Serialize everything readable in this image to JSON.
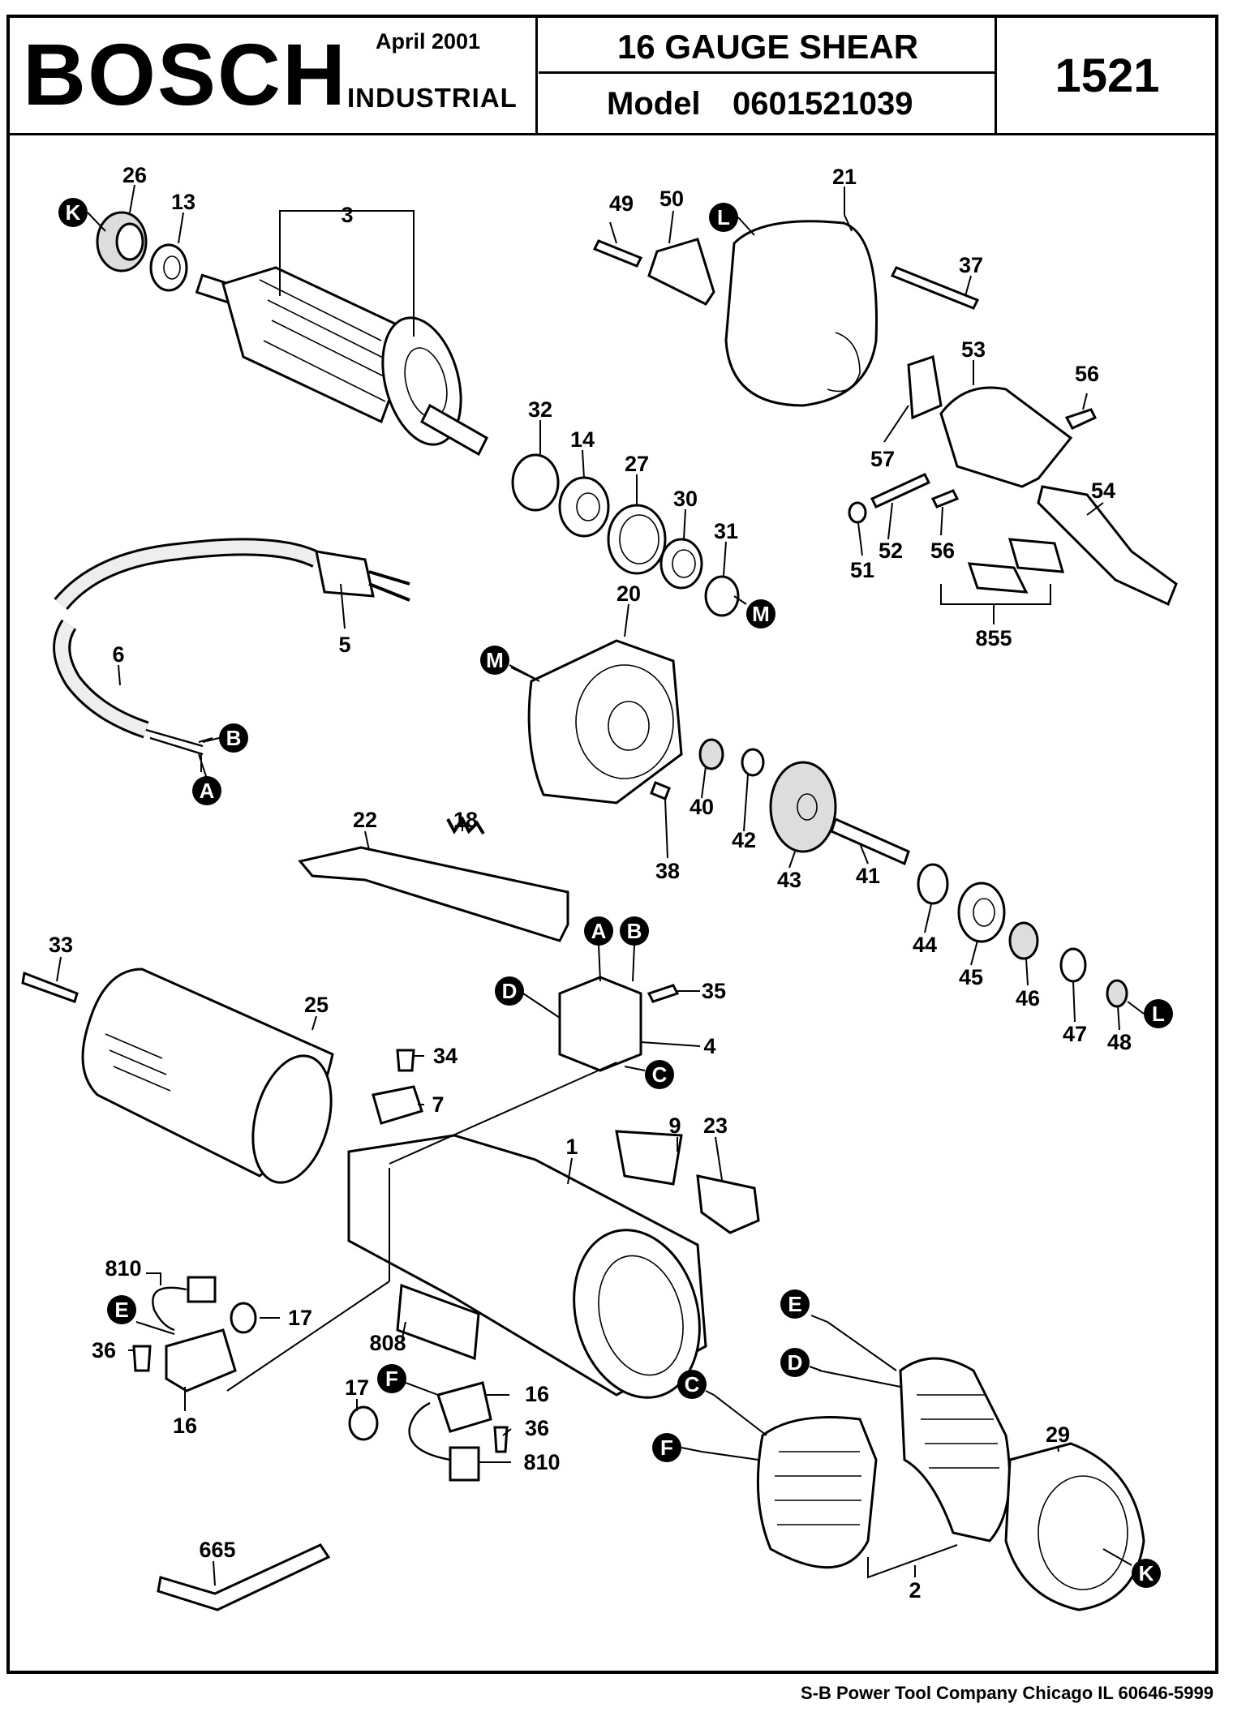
{
  "header": {
    "brand": "BOSCH",
    "date": "April  2001",
    "division": "INDUSTRIAL",
    "title": "16 GAUGE SHEAR",
    "model_label": "Model",
    "model_number": "0601521039",
    "part_number": "1521"
  },
  "footer": {
    "company": "S-B Power Tool Company   Chicago IL  60646-5999"
  },
  "labels": [
    {
      "text": "26"
    },
    {
      "text": "13"
    },
    {
      "text": "3"
    },
    {
      "text": "49"
    },
    {
      "text": "50"
    },
    {
      "text": "21"
    },
    {
      "text": "37"
    },
    {
      "text": "53"
    },
    {
      "text": "56"
    },
    {
      "text": "32"
    },
    {
      "text": "14"
    },
    {
      "text": "27"
    },
    {
      "text": "30"
    },
    {
      "text": "31"
    },
    {
      "text": "57"
    },
    {
      "text": "54"
    },
    {
      "text": "52"
    },
    {
      "text": "56"
    },
    {
      "text": "51"
    },
    {
      "text": "855"
    },
    {
      "text": "5"
    },
    {
      "text": "6"
    },
    {
      "text": "20"
    },
    {
      "text": "40"
    },
    {
      "text": "42"
    },
    {
      "text": "43"
    },
    {
      "text": "41"
    },
    {
      "text": "38"
    },
    {
      "text": "22"
    },
    {
      "text": "18"
    },
    {
      "text": "44"
    },
    {
      "text": "45"
    },
    {
      "text": "46"
    },
    {
      "text": "47"
    },
    {
      "text": "48"
    },
    {
      "text": "33"
    },
    {
      "text": "25"
    },
    {
      "text": "35"
    },
    {
      "text": "4"
    },
    {
      "text": "34"
    },
    {
      "text": "7"
    },
    {
      "text": "9"
    },
    {
      "text": "23"
    },
    {
      "text": "1"
    },
    {
      "text": "810"
    },
    {
      "text": "17"
    },
    {
      "text": "36"
    },
    {
      "text": "808"
    },
    {
      "text": "16"
    },
    {
      "text": "17"
    },
    {
      "text": "16"
    },
    {
      "text": "36"
    },
    {
      "text": "810"
    },
    {
      "text": "29"
    },
    {
      "text": "2"
    },
    {
      "text": "665"
    }
  ],
  "keys": [
    {
      "text": "K"
    },
    {
      "text": "L"
    },
    {
      "text": "M"
    },
    {
      "text": "M"
    },
    {
      "text": "B"
    },
    {
      "text": "A"
    },
    {
      "text": "A"
    },
    {
      "text": "B"
    },
    {
      "text": "D"
    },
    {
      "text": "C"
    },
    {
      "text": "L"
    },
    {
      "text": "E"
    },
    {
      "text": "F"
    },
    {
      "text": "E"
    },
    {
      "text": "D"
    },
    {
      "text": "C"
    },
    {
      "text": "F"
    },
    {
      "text": "K"
    }
  ]
}
